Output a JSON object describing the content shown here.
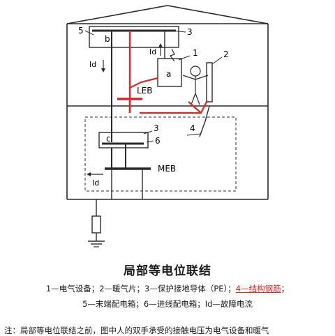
{
  "diagram": {
    "labels": {
      "item5": "5",
      "item3_top": "3",
      "node_b": "b",
      "current_id_1": "Id",
      "current_id_2": "Id",
      "current_id_3": "Id",
      "item1": "1",
      "item2": "2",
      "node_a": "a",
      "leb": "LEB",
      "item4": "4",
      "item3_mid": "3",
      "item6": "6",
      "node_c": "c",
      "meb": "MEB"
    },
    "colors": {
      "line": "#2a2a2a",
      "red": "#d12a2a"
    }
  },
  "caption": {
    "title": "局部等电位联结",
    "legend_1a": "1—电气设备；2—暖气片；3—保护接地导体（PE）；",
    "legend_1b": "4—结构钢筋",
    "legend_1c": "；",
    "legend_2": "5—末端配电箱；6—进线配电箱；",
    "legend_2b": "Id",
    "legend_2c": "—故障电流",
    "note": "注：局部等电位联结之前，图中人的双手承受的接触电压为电气设备和暖气"
  }
}
